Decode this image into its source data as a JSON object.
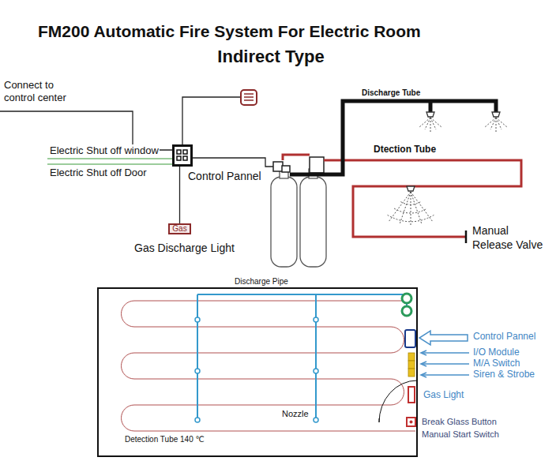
{
  "diagram": {
    "title": "FM200 Automatic Fire System For Electric Room",
    "nodes": [
      {
        "text": [
          "Control Pannel"
        ]
      },
      {
        "text": [
          "Gas",
          "Gas Discharge Light"
        ]
      }
    ],
    "edges": [
      {
        "from": 0,
        "to": 1,
        "arrow": "none"
      }
    ],
    "labels": [
      "Indirect Type",
      "Connect to control center",
      "Electric Shut off window",
      "Electric Shut off Door",
      "Discharge Tube",
      "Dtection Tube",
      "Manual Release Valve",
      "Discharge Pipe",
      "Nozzle",
      "Detection Tube 140 ℃",
      "Control Pannel",
      "I/O Module",
      "M/A Switch",
      "Siren & Strobe",
      "Gas Light",
      "Break Glass Button",
      "Manual Start Switch"
    ]
  }
}
